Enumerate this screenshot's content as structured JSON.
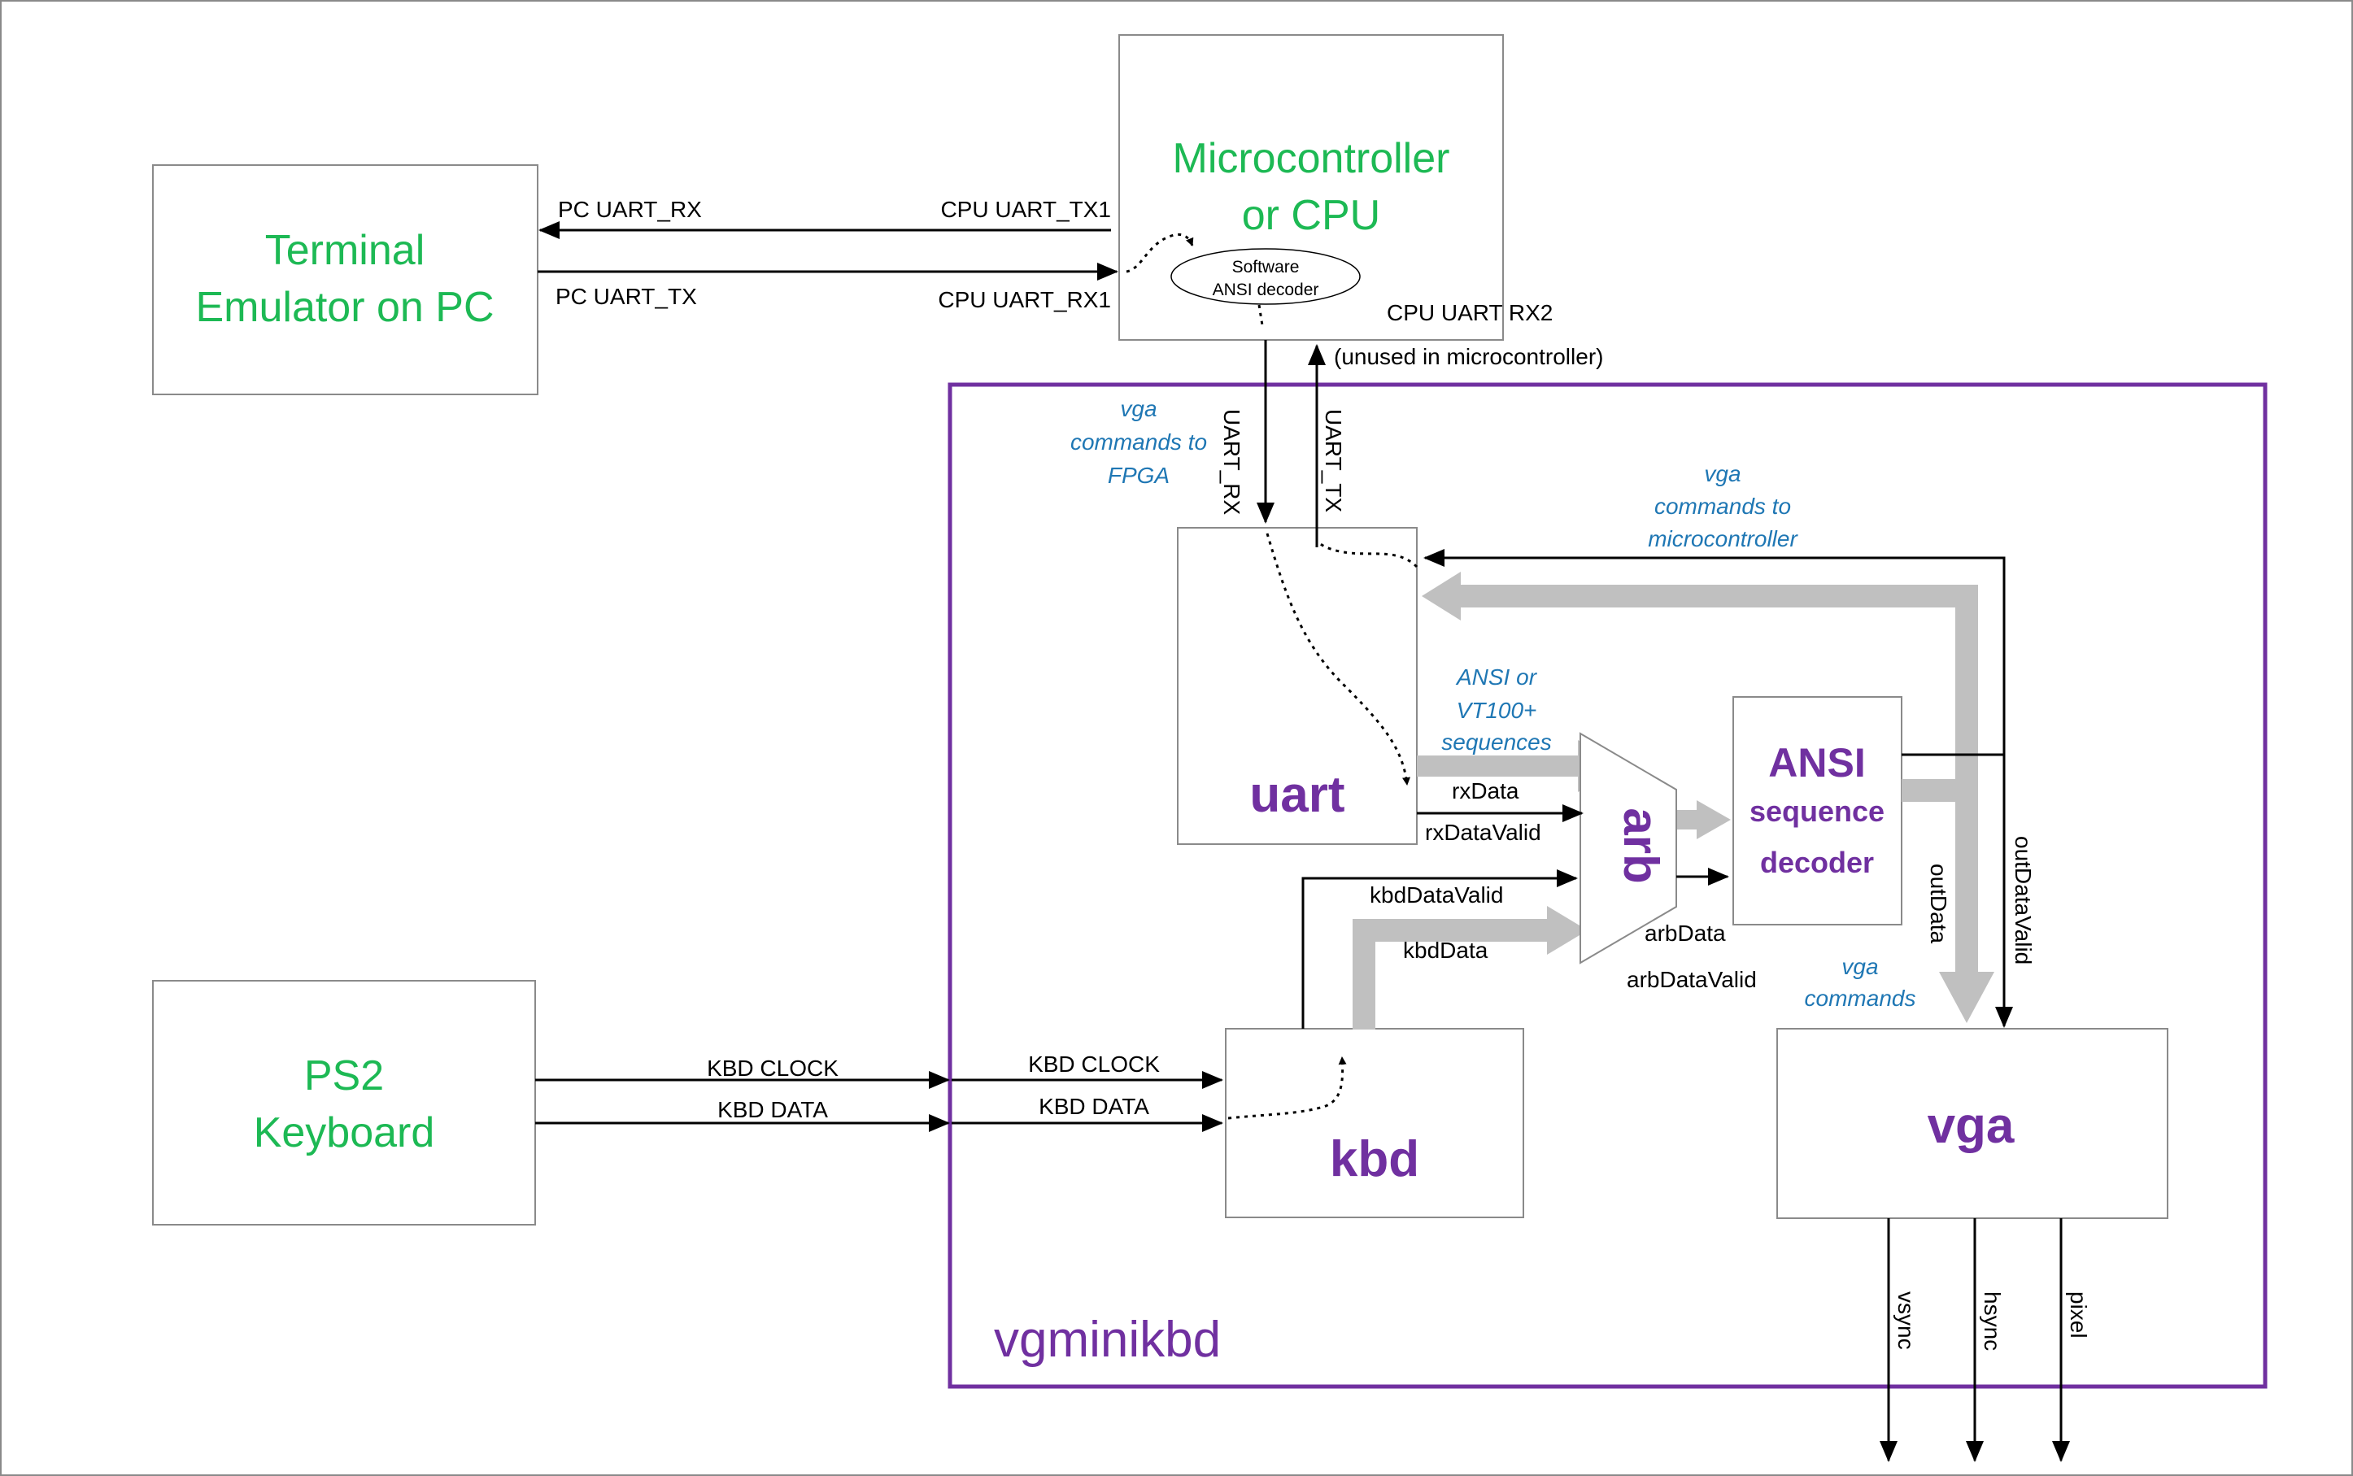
{
  "blocks": {
    "terminal": [
      "Terminal",
      "Emulator on PC"
    ],
    "cpu": [
      "Microcontroller",
      "or CPU"
    ],
    "sw_decoder": [
      "Software",
      "ANSI decoder"
    ],
    "ps2": [
      "PS2",
      "Keyboard"
    ],
    "uart": "uart",
    "kbd": "kbd",
    "arb": "arb",
    "ansi": [
      "ANSI",
      "sequence",
      "decoder"
    ],
    "vga": "vga",
    "top": "vgminikbd"
  },
  "signals": {
    "pc_uart_rx": "PC UART_RX",
    "pc_uart_tx": "PC UART_TX",
    "cpu_uart_tx1": "CPU UART_TX1",
    "cpu_uart_rx1": "CPU UART_RX1",
    "cpu_uart_rx2": "CPU UART RX2",
    "unused_note": "(unused in microcontroller)",
    "uart_rx": "UART_RX",
    "uart_tx": "UART_TX",
    "rx_data": "rxData",
    "rx_data_valid": "rxDataValid",
    "kbd_data_valid": "kbdDataValid",
    "kbd_data": "kbdData",
    "arb_data": "arbData",
    "arb_data_valid": "arbDataValid",
    "out_data": "outData",
    "out_data_valid": "outDataValid",
    "kbd_clock_ext": "KBD CLOCK",
    "kbd_data_ext": "KBD DATA",
    "kbd_clock_int": "KBD CLOCK",
    "kbd_data_int": "KBD DATA",
    "vsync": "vsync",
    "hsync": "hsync",
    "pixel": "pixel"
  },
  "notes": {
    "vga_to_fpga": [
      "vga",
      "commands to",
      "FPGA"
    ],
    "vga_to_mcu": [
      "vga",
      "commands to",
      "microcontroller"
    ],
    "ansi_seq": [
      "ANSI or",
      "VT100+",
      "sequences"
    ],
    "vga_commands": [
      "vga",
      "commands"
    ]
  },
  "colors": {
    "green_titles": "#1db954",
    "purple_blocks": "#7030a0",
    "blue_notes": "#1f77b4",
    "bus_gray": "#c0c0c0"
  }
}
